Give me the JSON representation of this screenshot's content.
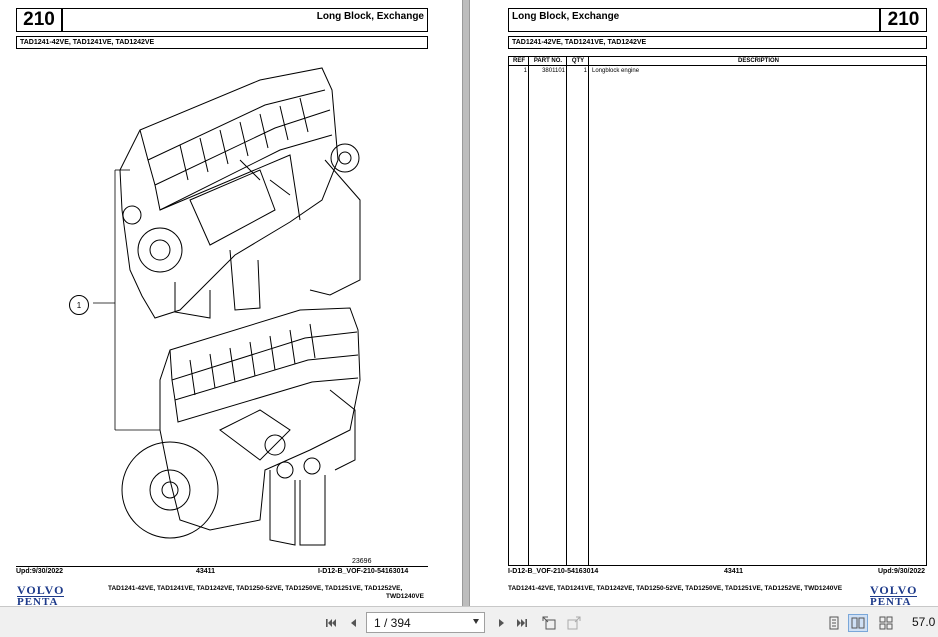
{
  "left_page": {
    "number": "210",
    "title": "Long Block, Exchange",
    "models": "TAD1241-42VE, TAD1241VE, TAD1242VE",
    "callout": "1",
    "drawing_number": "23696",
    "footer_date": "Upd:9/30/2022",
    "footer_code": "43411",
    "footer_ref": "I-D12-B_VOF-210-54163014",
    "footer_models": "TAD1241-42VE, TAD1241VE, TAD1242VE, TAD1250-52VE, TAD1250VE, TAD1251VE, TAD1252VE,",
    "footer_models_2": "TWD1240VE",
    "logo_top": "VOLVO",
    "logo_bottom": "PENTA"
  },
  "right_page": {
    "number": "210",
    "title": "Long Block, Exchange",
    "models": "TAD1241-42VE, TAD1241VE, TAD1242VE",
    "table_headers": [
      "REF",
      "PART NO.",
      "QTY",
      "DESCRIPTION"
    ],
    "rows": [
      {
        "ref": "1",
        "part_no": "3801101",
        "qty": "1",
        "description": "Longblock engine"
      }
    ],
    "footer_ref": "I-D12-B_VOF-210-54163014",
    "footer_code": "43411",
    "footer_date": "Upd:9/30/2022",
    "footer_models": "TAD1241-42VE, TAD1241VE, TAD1242VE, TAD1250-52VE, TAD1250VE, TAD1251VE, TAD1252VE, TWD1240VE",
    "logo_top": "VOLVO",
    "logo_bottom": "PENTA"
  },
  "toolbar": {
    "page_indicator": "1 / 394",
    "zoom": "57.0",
    "icons": [
      "first-page-icon",
      "previous-page-icon",
      "next-page-icon",
      "last-page-icon",
      "go-back-icon",
      "go-forward-icon",
      "single-page-view-icon",
      "continuous-view-icon",
      "two-page-view-icon",
      "two-page-continuous-icon"
    ]
  }
}
